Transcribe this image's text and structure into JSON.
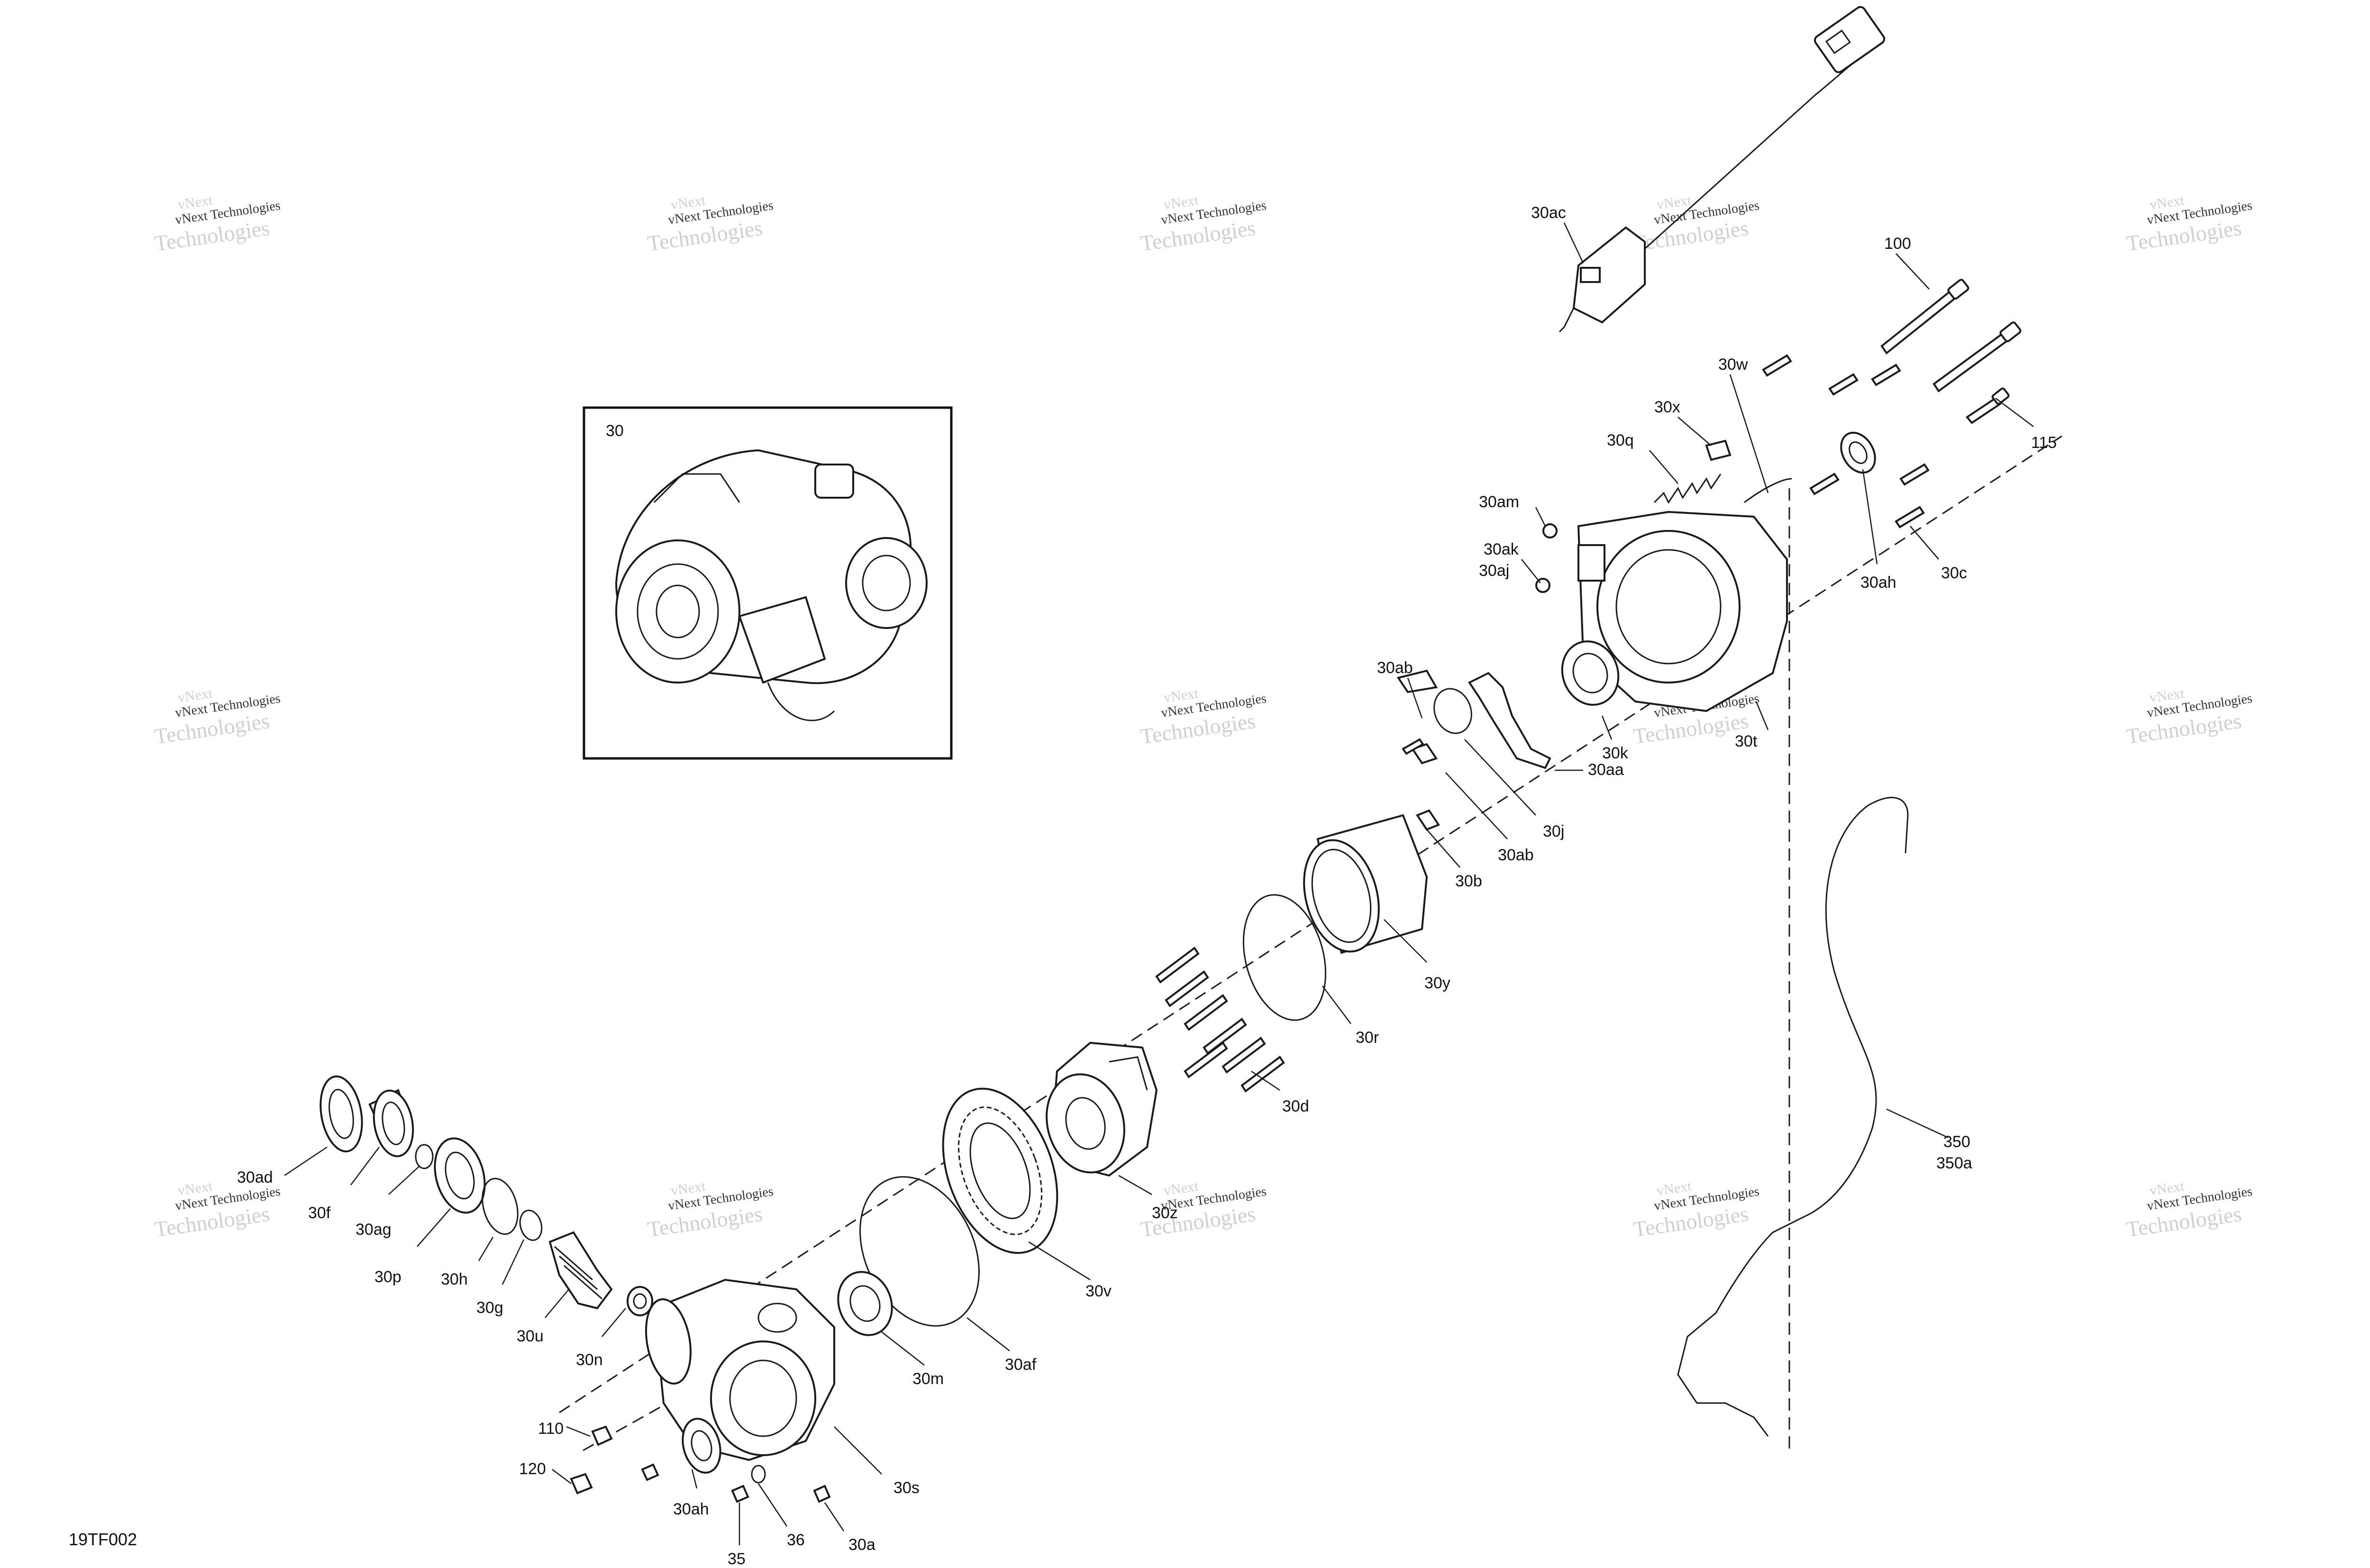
{
  "diagram_code": "19TF002",
  "inset_label": "30",
  "watermark": {
    "line1": "vNext Technologies",
    "line2": "vNext",
    "line3": "Technologies"
  },
  "callouts": {
    "c30ac": "30ac",
    "c100": "100",
    "c30w": "30w",
    "c30x": "30x",
    "c30q": "30q",
    "c115": "115",
    "c30am": "30am",
    "c30ak": "30ak",
    "c30aj": "30aj",
    "c30ah_top": "30ah",
    "c30c": "30c",
    "c30ab_a": "30ab",
    "c30k": "30k",
    "c30aa": "30aa",
    "c30t": "30t",
    "c30j": "30j",
    "c30ab_b": "30ab",
    "c30b": "30b",
    "c30y": "30y",
    "c30r": "30r",
    "c30d": "30d",
    "c30z": "30z",
    "c350": "350",
    "c350a": "350a",
    "c30ad": "30ad",
    "c30f": "30f",
    "c30ag": "30ag",
    "c30p": "30p",
    "c30h": "30h",
    "c30g": "30g",
    "c30u": "30u",
    "c30n": "30n",
    "c30v": "30v",
    "c30af": "30af",
    "c30m": "30m",
    "c30s": "30s",
    "c110": "110",
    "c120": "120",
    "c30ah_bottom": "30ah",
    "c35": "35",
    "c36": "36",
    "c30a": "30a"
  }
}
